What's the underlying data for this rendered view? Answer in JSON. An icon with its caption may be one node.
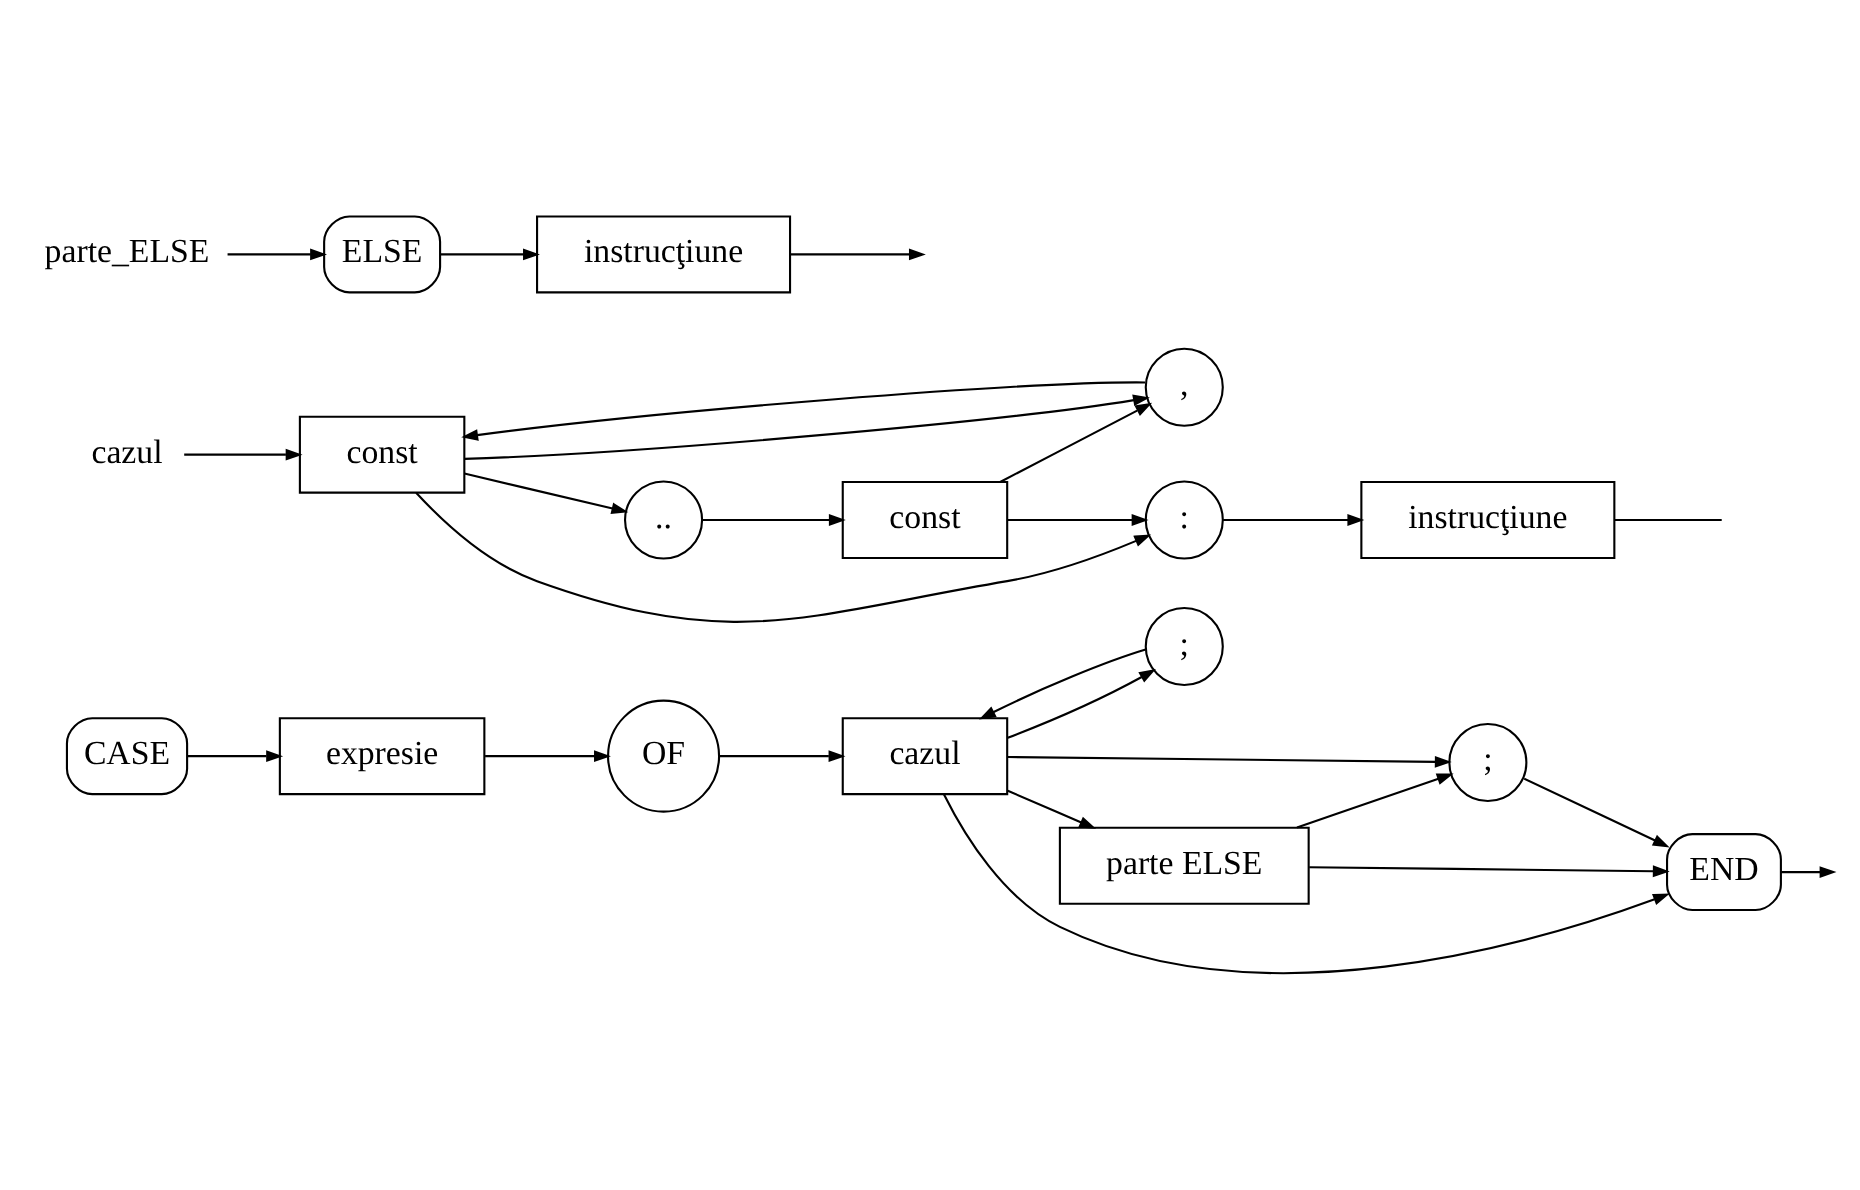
{
  "diagram": {
    "nodes": [
      {
        "text": [
          "CASE"
        ]
      },
      {
        "text": [
          "expresie"
        ]
      },
      {
        "text": [
          "OF"
        ]
      },
      {
        "text": [
          "cazul"
        ]
      },
      {
        "text": [
          ";"
        ]
      },
      {
        "text": [
          "parte ELSE"
        ]
      },
      {
        "text": [
          ";"
        ]
      },
      {
        "text": [
          "END"
        ]
      },
      {
        "text": [
          "cazul"
        ]
      },
      {
        "text": [
          "const"
        ]
      },
      {
        "text": [
          ".."
        ]
      },
      {
        "text": [
          "const"
        ]
      },
      {
        "text": [
          ","
        ]
      },
      {
        "text": [
          ":"
        ]
      },
      {
        "text": [
          "instrucţiune"
        ]
      },
      {
        "text": [
          "parte_ELSE"
        ]
      },
      {
        "text": [
          "ELSE"
        ]
      },
      {
        "text": [
          "instrucţiune"
        ]
      }
    ],
    "edges": [
      {
        "from": 0,
        "to": 1,
        "arrow": "to"
      },
      {
        "from": 1,
        "to": 2,
        "arrow": "to"
      },
      {
        "from": 2,
        "to": 3,
        "arrow": "to"
      },
      {
        "from": 3,
        "to": 4,
        "arrow": "to"
      },
      {
        "from": 4,
        "to": 3,
        "arrow": "to"
      },
      {
        "from": 3,
        "to": 5,
        "arrow": "to"
      },
      {
        "from": 3,
        "to": 6,
        "arrow": "to"
      },
      {
        "from": 3,
        "to": 7,
        "arrow": "to"
      },
      {
        "from": 5,
        "to": 6,
        "arrow": "to"
      },
      {
        "from": 5,
        "to": 7,
        "arrow": "to"
      },
      {
        "from": 6,
        "to": 7,
        "arrow": "to"
      },
      {
        "from": 7,
        "to": null,
        "arrow": "to"
      },
      {
        "from": 8,
        "to": 9,
        "arrow": "to"
      },
      {
        "from": 9,
        "to": 10,
        "arrow": "to"
      },
      {
        "from": 10,
        "to": 11,
        "arrow": "to"
      },
      {
        "from": 9,
        "to": 13,
        "arrow": "to"
      },
      {
        "from": 11,
        "to": 13,
        "arrow": "to"
      },
      {
        "from": 9,
        "to": 12,
        "arrow": "to"
      },
      {
        "from": 11,
        "to": 12,
        "arrow": "to"
      },
      {
        "from": 12,
        "to": 9,
        "arrow": "to"
      },
      {
        "from": 13,
        "to": 14,
        "arrow": "to"
      },
      {
        "from": 14,
        "to": null,
        "arrow": "none"
      },
      {
        "from": 15,
        "to": 16,
        "arrow": "to"
      },
      {
        "from": 16,
        "to": 17,
        "arrow": "to"
      },
      {
        "from": 17,
        "to": null,
        "arrow": "to"
      }
    ]
  }
}
